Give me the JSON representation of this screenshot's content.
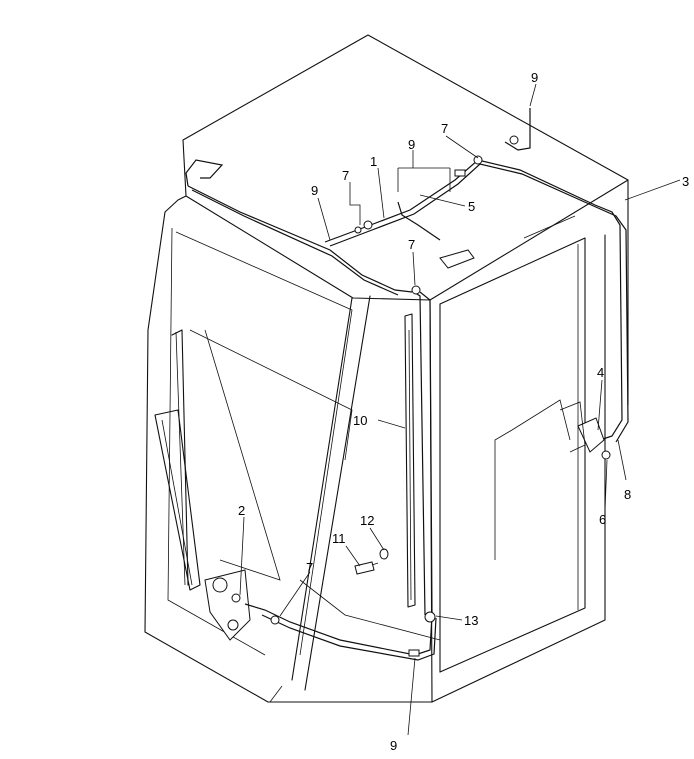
{
  "callouts": [
    {
      "id": "c1",
      "label": "1"
    },
    {
      "id": "c2",
      "label": "2"
    },
    {
      "id": "c3",
      "label": "3"
    },
    {
      "id": "c4",
      "label": "4"
    },
    {
      "id": "c5",
      "label": "5"
    },
    {
      "id": "c6",
      "label": "6"
    },
    {
      "id": "c7a",
      "label": "7"
    },
    {
      "id": "c7b",
      "label": "7"
    },
    {
      "id": "c7c",
      "label": "7"
    },
    {
      "id": "c7d",
      "label": "7"
    },
    {
      "id": "c8",
      "label": "8"
    },
    {
      "id": "c9a",
      "label": "9"
    },
    {
      "id": "c9b",
      "label": "9"
    },
    {
      "id": "c9c",
      "label": "9"
    },
    {
      "id": "c9d",
      "label": "9"
    },
    {
      "id": "c10",
      "label": "10"
    },
    {
      "id": "c11",
      "label": "11"
    },
    {
      "id": "c12",
      "label": "12"
    },
    {
      "id": "c13",
      "label": "13"
    }
  ]
}
